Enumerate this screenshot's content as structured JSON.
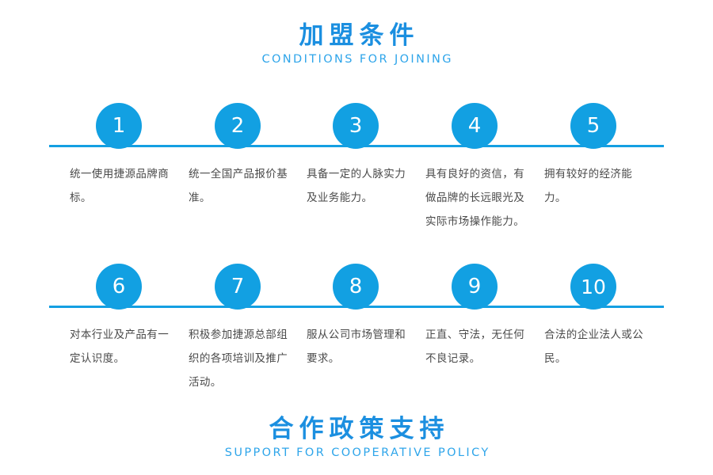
{
  "heading_top": {
    "cn": "加盟条件",
    "en": "CONDITIONS FOR JOINING"
  },
  "heading_bottom": {
    "cn": "合作政策支持",
    "en": "SUPPORT FOR COOPERATIVE POLICY"
  },
  "colors": {
    "node_blue": "#12a0e2",
    "rail_blue": "#149fe2",
    "heading_cn_blue": "#1b8fe0",
    "heading_en_blue": "#2ea5ea",
    "body_text": "#4a4a4a",
    "background": "#ffffff"
  },
  "row1": [
    {
      "number": "1",
      "text": "统一使用捷源品牌商标。"
    },
    {
      "number": "2",
      "text": "统一全国产品报价基准。"
    },
    {
      "number": "3",
      "text": "具备一定的人脉实力及业务能力。"
    },
    {
      "number": "4",
      "text": "具有良好的资信，有做品牌的长远眼光及实际市场操作能力。"
    },
    {
      "number": "5",
      "text": "拥有较好的经济能力。"
    }
  ],
  "row2": [
    {
      "number": "6",
      "text": "对本行业及产品有一定认识度。"
    },
    {
      "number": "7",
      "text": "积极参加捷源总部组织的各项培训及推广活动。"
    },
    {
      "number": "8",
      "text": "服从公司市场管理和要求。"
    },
    {
      "number": "9",
      "text": "正直、守法，无任何不良记录。"
    },
    {
      "number": "10",
      "text": "合法的企业法人或公民。"
    }
  ]
}
